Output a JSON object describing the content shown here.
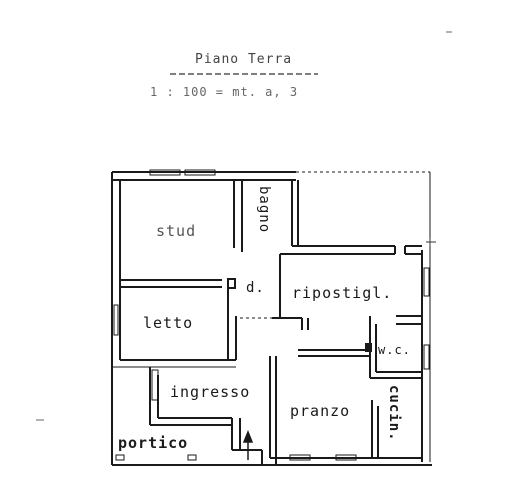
{
  "header": {
    "title": "Piano Terra",
    "scale": "1 : 100 = mt. a, 3"
  },
  "rooms": {
    "room_top_left": "stud",
    "bathroom": "bagno",
    "hall": "d.",
    "storage": "ripostigl.",
    "bedroom": "letto",
    "wc": "w.c.",
    "entrance": "ingresso",
    "dining": "pranzo",
    "kitchen": "cucin.",
    "porch": "portico"
  },
  "colors": {
    "wall": "#1a1a1a",
    "paper": "#ffffff"
  }
}
